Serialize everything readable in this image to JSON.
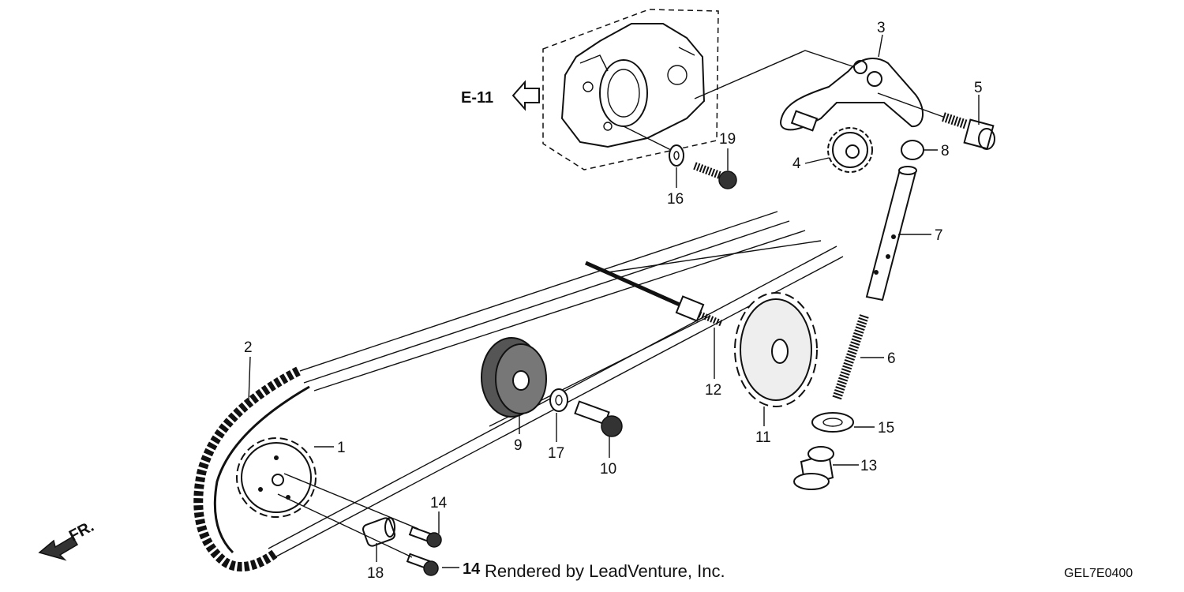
{
  "reference": {
    "label": "E-11"
  },
  "front_indicator": {
    "label": "FR."
  },
  "credit": "Rendered by LeadVenture, Inc.",
  "diagram_code": "GEL7E0400",
  "callouts": [
    {
      "id": "c1",
      "text": "1"
    },
    {
      "id": "c2",
      "text": "2"
    },
    {
      "id": "c3",
      "text": "3"
    },
    {
      "id": "c4",
      "text": "4"
    },
    {
      "id": "c5",
      "text": "5"
    },
    {
      "id": "c6",
      "text": "6"
    },
    {
      "id": "c7",
      "text": "7"
    },
    {
      "id": "c8",
      "text": "8"
    },
    {
      "id": "c9",
      "text": "9"
    },
    {
      "id": "c10",
      "text": "10"
    },
    {
      "id": "c11",
      "text": "11"
    },
    {
      "id": "c12",
      "text": "12"
    },
    {
      "id": "c13",
      "text": "13"
    },
    {
      "id": "c14a",
      "text": "14"
    },
    {
      "id": "c14b",
      "text": "14"
    },
    {
      "id": "c15",
      "text": "15"
    },
    {
      "id": "c16",
      "text": "16"
    },
    {
      "id": "c17",
      "text": "17"
    },
    {
      "id": "c18",
      "text": "18"
    },
    {
      "id": "c19",
      "text": "19"
    }
  ],
  "colors": {
    "ink": "#111111",
    "background": "#ffffff"
  }
}
